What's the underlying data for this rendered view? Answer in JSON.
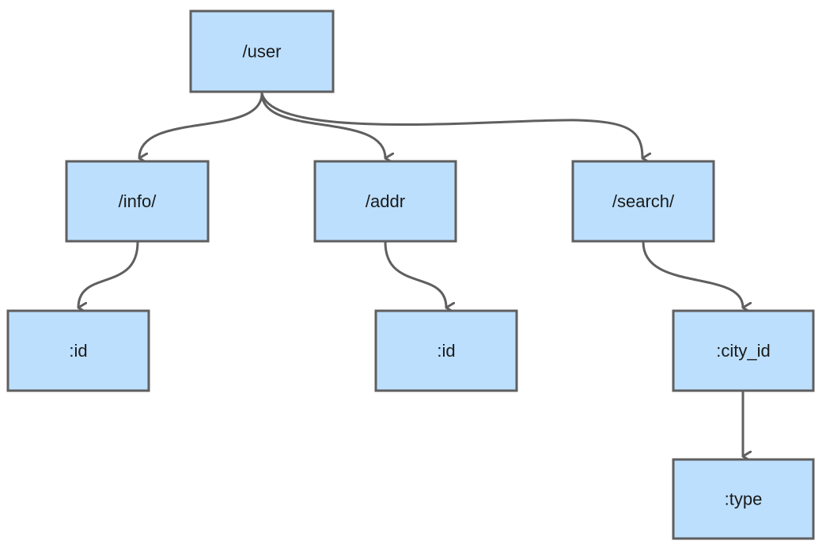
{
  "nodes": {
    "root": {
      "label": "/user"
    },
    "info": {
      "label": "/info/"
    },
    "addr": {
      "label": "/addr"
    },
    "search": {
      "label": "/search/"
    },
    "info_id": {
      "label": ":id"
    },
    "addr_id": {
      "label": ":id"
    },
    "city_id": {
      "label": ":city_id"
    },
    "type": {
      "label": ":type"
    }
  },
  "edges": [
    {
      "from": "root",
      "to": "info"
    },
    {
      "from": "root",
      "to": "addr"
    },
    {
      "from": "root",
      "to": "search"
    },
    {
      "from": "info",
      "to": "info_id"
    },
    {
      "from": "addr",
      "to": "addr_id"
    },
    {
      "from": "search",
      "to": "city_id"
    },
    {
      "from": "city_id",
      "to": "type"
    }
  ],
  "colors": {
    "node_fill": "#bcdffd",
    "node_stroke": "#5f5f5f",
    "edge": "#5f5f5f"
  }
}
